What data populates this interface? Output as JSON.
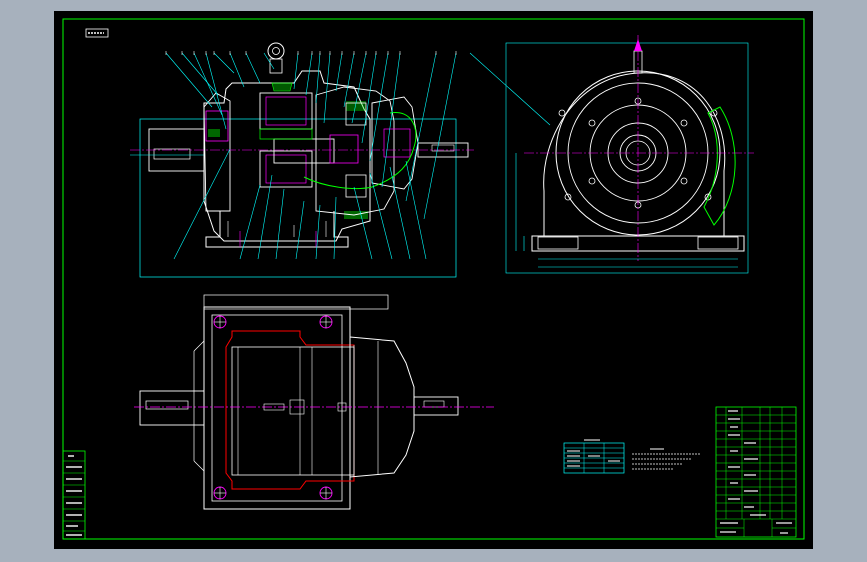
{
  "viewport": {
    "background_color": "#a7b1bd"
  },
  "drawing": {
    "background_color": "#000000",
    "line_colors": {
      "outline": "#ffffff",
      "center_line": "#ff00ff",
      "dimension": "#00ffff",
      "section": "#ff0000",
      "hatch": "#00ff00",
      "frame": "#00ff00",
      "title_block": "#00ff00"
    },
    "views": [
      {
        "name": "front-section-view"
      },
      {
        "name": "side-end-view"
      },
      {
        "name": "top-section-view"
      }
    ],
    "tables": [
      {
        "name": "gear-parameter-table"
      },
      {
        "name": "technical-requirements"
      },
      {
        "name": "bill-of-materials"
      },
      {
        "name": "revision-strip"
      }
    ]
  }
}
